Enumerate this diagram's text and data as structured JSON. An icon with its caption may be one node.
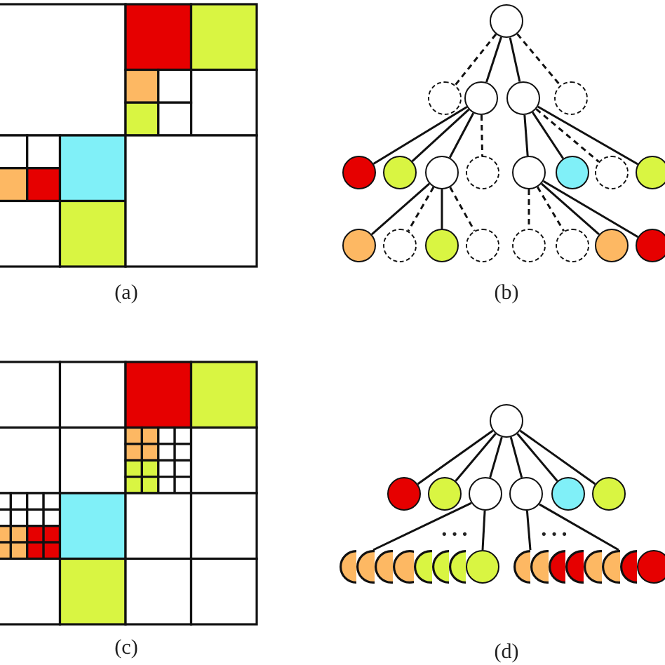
{
  "diagram": {
    "nodes": [
      {
        "text": [],
        "shape": "circle"
      },
      {
        "text": [],
        "shape": "circle"
      },
      {
        "text": [],
        "shape": "circle"
      },
      {
        "text": [],
        "shape": "circle"
      },
      {
        "text": [],
        "shape": "circle"
      },
      {
        "text": [],
        "shape": "circle"
      },
      {
        "text": [],
        "shape": "circle"
      },
      {
        "text": [],
        "shape": "circle"
      },
      {
        "text": [],
        "shape": "circle"
      },
      {
        "text": [],
        "shape": "circle"
      },
      {
        "text": [],
        "shape": "circle"
      },
      {
        "text": [],
        "shape": "circle"
      },
      {
        "text": [],
        "shape": "circle"
      },
      {
        "text": [],
        "shape": "circle"
      },
      {
        "text": [],
        "shape": "circle"
      },
      {
        "text": [],
        "shape": "circle"
      },
      {
        "text": [],
        "shape": "circle"
      },
      {
        "text": [],
        "shape": "circle"
      },
      {
        "text": [],
        "shape": "circle"
      },
      {
        "text": [],
        "shape": "circle"
      },
      {
        "text": [],
        "shape": "circle"
      },
      {
        "text": [],
        "shape": "circle"
      },
      {
        "text": [],
        "shape": "circle"
      },
      {
        "text": [],
        "shape": "circle"
      },
      {
        "text": [],
        "shape": "circle"
      },
      {
        "text": [],
        "shape": "circle"
      },
      {
        "text": [],
        "shape": "circle"
      },
      {
        "text": [],
        "shape": "circle"
      },
      {
        "text": [],
        "shape": "circle"
      },
      {
        "text": [],
        "shape": "circle"
      },
      {
        "text": [],
        "shape": "circle"
      },
      {
        "text": [],
        "shape": "circle"
      },
      {
        "text": [],
        "shape": "circle"
      },
      {
        "text": [],
        "shape": "circle"
      },
      {
        "text": [],
        "shape": "circle"
      },
      {
        "text": [],
        "shape": "circle"
      },
      {
        "text": [],
        "shape": "circle"
      },
      {
        "text": [],
        "shape": "circle"
      },
      {
        "text": [],
        "shape": "circle"
      },
      {
        "text": [],
        "shape": "circle"
      },
      {
        "text": [],
        "shape": "circle"
      },
      {
        "text": [],
        "shape": "circle"
      },
      {
        "text": [],
        "shape": "circle"
      },
      {
        "text": [],
        "shape": "circle"
      }
    ],
    "edges": [
      {
        "from": 0,
        "to": 1,
        "arrow": "none",
        "style": "dashed"
      },
      {
        "from": 0,
        "to": 2,
        "arrow": "none"
      },
      {
        "from": 0,
        "to": 3,
        "arrow": "none"
      },
      {
        "from": 0,
        "to": 4,
        "arrow": "none",
        "style": "dashed"
      },
      {
        "from": 2,
        "to": 5,
        "arrow": "none"
      },
      {
        "from": 2,
        "to": 6,
        "arrow": "none"
      },
      {
        "from": 2,
        "to": 7,
        "arrow": "none"
      },
      {
        "from": 2,
        "to": 8,
        "arrow": "none",
        "style": "dashed"
      },
      {
        "from": 3,
        "to": 9,
        "arrow": "none"
      },
      {
        "from": 3,
        "to": 10,
        "arrow": "none"
      },
      {
        "from": 3,
        "to": 11,
        "arrow": "none",
        "style": "dashed"
      },
      {
        "from": 3,
        "to": 12,
        "arrow": "none"
      },
      {
        "from": 7,
        "to": 13,
        "arrow": "none"
      },
      {
        "from": 7,
        "to": 14,
        "arrow": "none",
        "style": "dashed"
      },
      {
        "from": 7,
        "to": 15,
        "arrow": "none"
      },
      {
        "from": 7,
        "to": 16,
        "arrow": "none",
        "style": "dashed"
      },
      {
        "from": 9,
        "to": 17,
        "arrow": "none",
        "style": "dashed"
      },
      {
        "from": 9,
        "to": 18,
        "arrow": "none",
        "style": "dashed"
      },
      {
        "from": 9,
        "to": 19,
        "arrow": "none"
      },
      {
        "from": 9,
        "to": 20,
        "arrow": "none"
      },
      {
        "from": 21,
        "to": 22,
        "arrow": "none"
      },
      {
        "from": 21,
        "to": 23,
        "arrow": "none"
      },
      {
        "from": 21,
        "to": 24,
        "arrow": "none"
      },
      {
        "from": 21,
        "to": 25,
        "arrow": "none"
      },
      {
        "from": 21,
        "to": 26,
        "arrow": "none"
      },
      {
        "from": 21,
        "to": 27,
        "arrow": "none"
      },
      {
        "from": 24,
        "to": 29,
        "arrow": "none"
      },
      {
        "from": 24,
        "to": 35,
        "arrow": "none"
      },
      {
        "from": 25,
        "to": 36,
        "arrow": "none"
      },
      {
        "from": 25,
        "to": 41,
        "arrow": "none"
      }
    ],
    "labels": [
      "(a)",
      "(b)",
      "•••",
      "•••",
      "(c)",
      "(d)"
    ]
  }
}
